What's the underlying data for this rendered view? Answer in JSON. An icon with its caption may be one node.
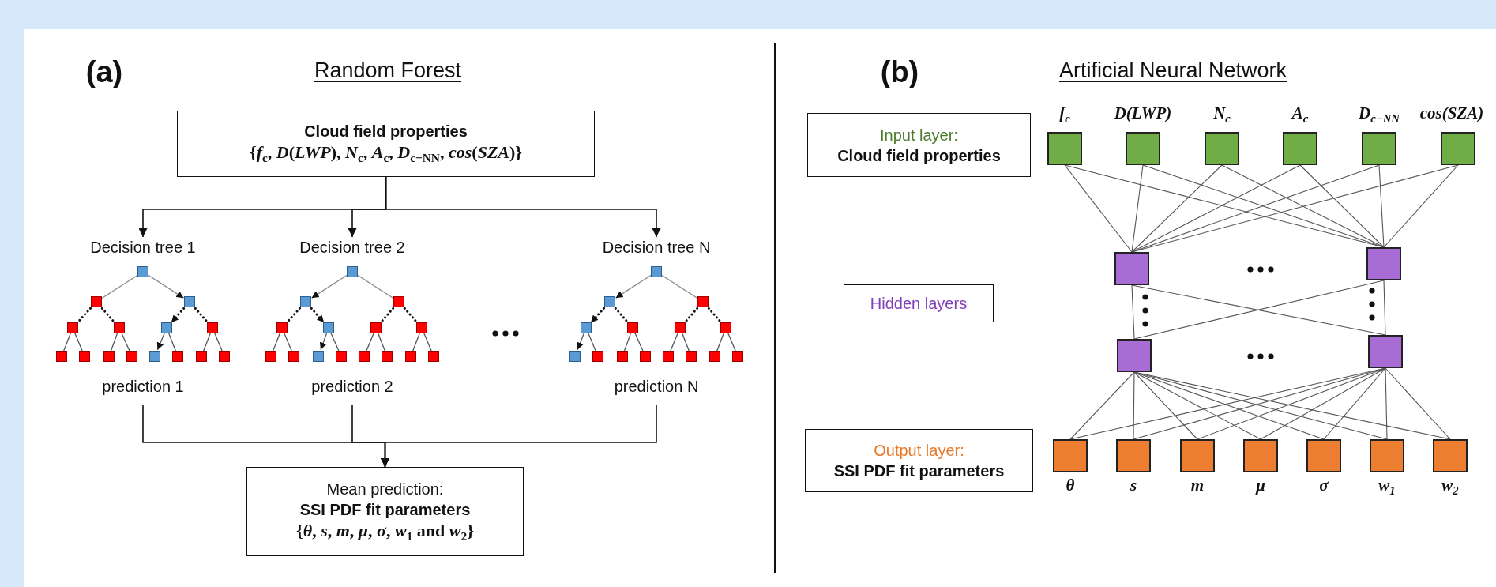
{
  "diagram": {
    "nodes": [
      {
        "text": [
          "Cloud field properties",
          "{*f*$_{c}$, *D*(*LWP*), *N*$_{c}$, *A*$_{c}$, *D*$_{c−NN}$, *cos*(*SZA*)}"
        ]
      },
      {
        "text": [
          "Decision tree 1",
          "prediction 1"
        ]
      },
      {
        "text": [
          "Decision tree 2",
          "prediction 2"
        ]
      },
      {
        "text": [
          "Decision tree N",
          "prediction N"
        ]
      },
      {
        "text": [
          "Mean prediction:",
          "SSI PDF fit parameters",
          "{*θ*, *s*, *m*, *μ*, *σ*, *w*$_{1}$ and *w*$_{2}$}"
        ]
      },
      {
        "text": [
          "Input layer:",
          "Cloud field properties"
        ]
      },
      {
        "text": [],
        "shape": "box",
        "beside": [
          "f$_{c}$"
        ]
      },
      {
        "text": [],
        "shape": "box",
        "beside": [
          "D(LWP)"
        ]
      },
      {
        "text": [],
        "shape": "box",
        "beside": [
          "N$_{c}$"
        ]
      },
      {
        "text": [],
        "shape": "box",
        "beside": [
          "A$_{c}$"
        ]
      },
      {
        "text": [],
        "shape": "box",
        "beside": [
          "D$_{c−NN}$"
        ]
      },
      {
        "text": [],
        "shape": "box",
        "beside": [
          "cos(SZA)"
        ]
      },
      {
        "text": [
          "Hidden layers"
        ]
      },
      {
        "text": [],
        "shape": "box"
      },
      {
        "text": [],
        "shape": "box"
      },
      {
        "text": [],
        "shape": "box"
      },
      {
        "text": [],
        "shape": "box"
      },
      {
        "text": [
          "Output layer:",
          "SSI PDF fit parameters"
        ]
      },
      {
        "text": [],
        "shape": "box",
        "beside": [
          "θ"
        ]
      },
      {
        "text": [],
        "shape": "box",
        "beside": [
          "s"
        ]
      },
      {
        "text": [],
        "shape": "box",
        "beside": [
          "m"
        ]
      },
      {
        "text": [],
        "shape": "box",
        "beside": [
          "μ"
        ]
      },
      {
        "text": [],
        "shape": "box",
        "beside": [
          "σ"
        ]
      },
      {
        "text": [],
        "shape": "box",
        "beside": [
          "w$_{1}$"
        ]
      },
      {
        "text": [],
        "shape": "box",
        "beside": [
          "w$_{2}$"
        ]
      }
    ],
    "edges": [
      {
        "from": 0,
        "to": 1,
        "arrow": "to"
      },
      {
        "from": 0,
        "to": 2,
        "arrow": "to"
      },
      {
        "from": 0,
        "to": 3,
        "arrow": "to"
      },
      {
        "from": 1,
        "to": 4,
        "arrow": "to"
      },
      {
        "from": 2,
        "to": 4,
        "arrow": "to"
      },
      {
        "from": 3,
        "to": 4,
        "arrow": "to"
      },
      {
        "from": 6,
        "to": 13,
        "arrow": "none"
      },
      {
        "from": 6,
        "to": 14,
        "arrow": "none"
      },
      {
        "from": 7,
        "to": 13,
        "arrow": "none"
      },
      {
        "from": 7,
        "to": 14,
        "arrow": "none"
      },
      {
        "from": 8,
        "to": 13,
        "arrow": "none"
      },
      {
        "from": 8,
        "to": 14,
        "arrow": "none"
      },
      {
        "from": 9,
        "to": 13,
        "arrow": "none"
      },
      {
        "from": 9,
        "to": 14,
        "arrow": "none"
      },
      {
        "from": 10,
        "to": 13,
        "arrow": "none"
      },
      {
        "from": 10,
        "to": 14,
        "arrow": "none"
      },
      {
        "from": 11,
        "to": 13,
        "arrow": "none"
      },
      {
        "from": 11,
        "to": 14,
        "arrow": "none"
      },
      {
        "from": 13,
        "to": 15,
        "arrow": "none"
      },
      {
        "from": 13,
        "to": 16,
        "arrow": "none"
      },
      {
        "from": 14,
        "to": 15,
        "arrow": "none"
      },
      {
        "from": 14,
        "to": 16,
        "arrow": "none"
      },
      {
        "from": 15,
        "to": 18,
        "arrow": "none"
      },
      {
        "from": 15,
        "to": 19,
        "arrow": "none"
      },
      {
        "from": 15,
        "to": 20,
        "arrow": "none"
      },
      {
        "from": 15,
        "to": 21,
        "arrow": "none"
      },
      {
        "from": 15,
        "to": 22,
        "arrow": "none"
      },
      {
        "from": 15,
        "to": 23,
        "arrow": "none"
      },
      {
        "from": 15,
        "to": 24,
        "arrow": "none"
      },
      {
        "from": 16,
        "to": 18,
        "arrow": "none"
      },
      {
        "from": 16,
        "to": 19,
        "arrow": "none"
      },
      {
        "from": 16,
        "to": 20,
        "arrow": "none"
      },
      {
        "from": 16,
        "to": 21,
        "arrow": "none"
      },
      {
        "from": 16,
        "to": 22,
        "arrow": "none"
      },
      {
        "from": 16,
        "to": 23,
        "arrow": "none"
      },
      {
        "from": 16,
        "to": 24,
        "arrow": "none"
      }
    ],
    "labels": [
      "(a)",
      "Random Forest",
      "(b)",
      "Artificial Neural Network"
    ]
  }
}
